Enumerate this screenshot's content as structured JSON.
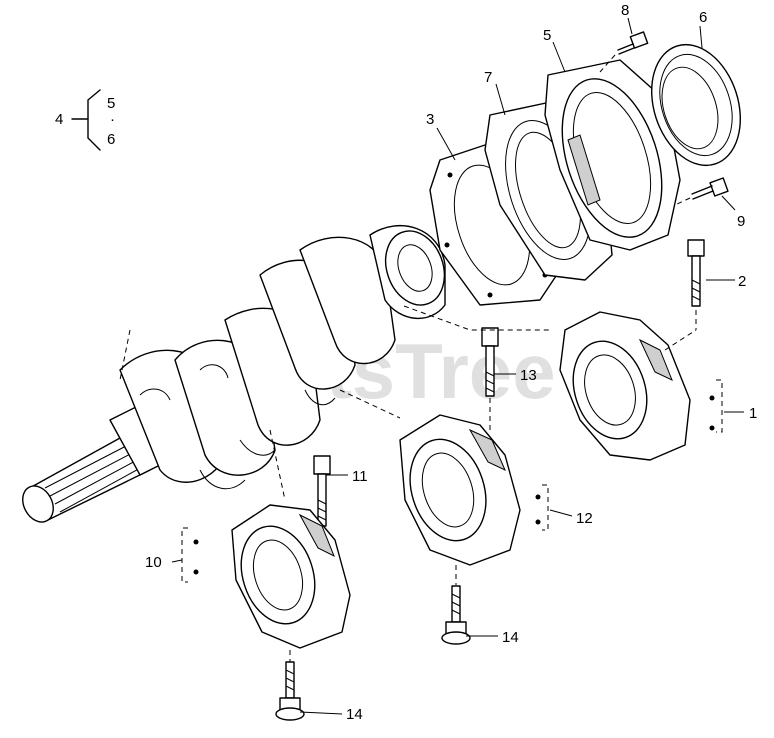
{
  "watermark": "PartsTree",
  "group_label": "4",
  "group_members": [
    "5",
    "·",
    "6"
  ],
  "callouts": {
    "c1": "1",
    "c2": "2",
    "c3": "3",
    "c5": "5",
    "c6": "6",
    "c7": "7",
    "c8": "8",
    "c9": "9",
    "c10": "10",
    "c11": "11",
    "c12": "12",
    "c13": "13",
    "c14a": "14",
    "c14b": "14"
  }
}
